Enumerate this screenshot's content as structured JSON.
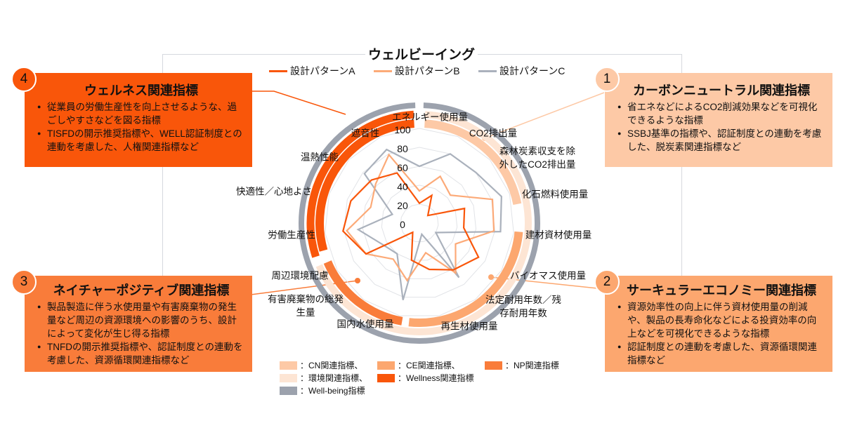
{
  "chart_data": {
    "type": "radar",
    "title": "ウェルビーイング",
    "categories": [
      [
        "エネルギー使用量"
      ],
      [
        "CO2排出量"
      ],
      [
        "森林炭素収支を除",
        "外したCO2排出量"
      ],
      [
        "化石燃料使用量"
      ],
      [
        "建材資材使用量"
      ],
      [
        "バイオマス使用量"
      ],
      [
        "法定耐用年数／残",
        "存耐用年数"
      ],
      [
        "再生材使用量"
      ],
      [
        "国内水使用量"
      ],
      [
        "有害廃棄物の総発",
        "生量"
      ],
      [
        "周辺環境配慮"
      ],
      [
        "労働生産性"
      ],
      [
        "快適性／心地よさ"
      ],
      [
        "温熱性能"
      ],
      [
        "遮音性"
      ]
    ],
    "rlim": [
      0,
      100
    ],
    "ticks": [
      "0",
      "20",
      "40",
      "60",
      "80",
      "100"
    ],
    "series": [
      {
        "name": "設計パターンA",
        "color": "#f9560a",
        "values": [
          21,
          32,
          12,
          50,
          47,
          72,
          61,
          50,
          40,
          12,
          65,
          81,
          76,
          68,
          58
        ]
      },
      {
        "name": "設計パターンB",
        "color": "#fcaa78",
        "values": [
          34,
          54,
          44,
          81,
          79,
          44,
          65,
          32,
          62,
          47,
          65,
          77,
          54,
          62,
          79
        ]
      },
      {
        "name": "設計パターンC",
        "color": "#aab1bc",
        "values": [
          60,
          80,
          80,
          91,
          86,
          20,
          71,
          12,
          83,
          40,
          45,
          65,
          30,
          78,
          85
        ]
      }
    ],
    "legend_position": "top"
  },
  "category_legend": [
    {
      "label": "：CN関連指標、",
      "color": "#fdc9a6"
    },
    {
      "label": "：CE関連指標、",
      "color": "#fca76f"
    },
    {
      "label": "：NP関連指標",
      "color": "#f97c3a"
    },
    {
      "label": "：環境関連指標、",
      "color": "#fde5d4"
    },
    {
      "label": "：Wellness関連指標",
      "color": "#f9560a"
    },
    {
      "label": "：Well-being指標",
      "color": "#9ca2ad"
    }
  ],
  "boxes": [
    {
      "num": "1",
      "title": "カーボンニュートラル関連指標",
      "items": [
        "省エネなどによるCO2削減効果などを可視化できるような指標",
        "SSBJ基準の指標や、認証制度との連動を考慮した、脱炭素関連指標など"
      ],
      "color": "#fdc9a6"
    },
    {
      "num": "2",
      "title": "サーキュラーエコノミー関連指標",
      "items": [
        "資源効率性の向上に伴う資材使用量の削減や、製品の長寿命化などによる投資効率の向上などを可視化できるような指標",
        "認証制度との連動を考慮した、資源循環関連指標など"
      ],
      "color": "#fca76f"
    },
    {
      "num": "3",
      "title": "ネイチャーポジティブ関連指標",
      "items": [
        "製品製造に伴う水使用量や有害廃棄物の発生量など周辺の資源環境への影響のうち、設計によって変化が生じ得る指標",
        "TNFDの開示推奨指標や、認証制度との連動を考慮した、資源循環関連指標など"
      ],
      "color": "#f97c3a"
    },
    {
      "num": "4",
      "title": "ウェルネス関連指標",
      "items": [
        "従業員の労働生産性を向上させるような、過ごしやすさなどを図る指標",
        "TISFDの開示推奨指標や、WELL認証制度との連動を考慮した、人権関連指標など"
      ],
      "color": "#f9560a"
    }
  ]
}
